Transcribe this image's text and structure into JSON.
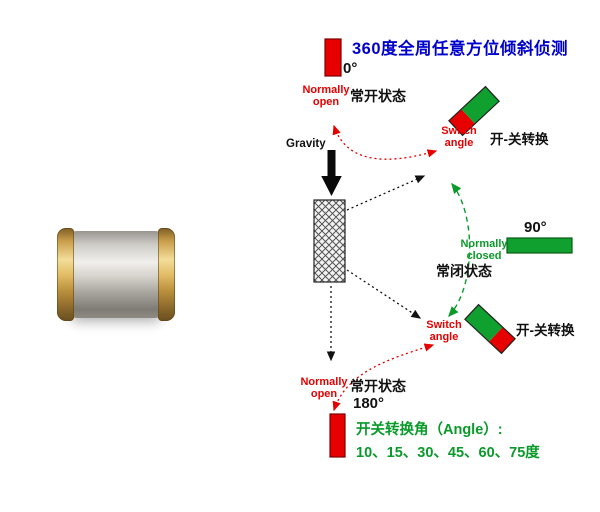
{
  "colors": {
    "red": "#e60000",
    "green": "#0fa02f",
    "blue": "#0000cc",
    "black": "#111111"
  },
  "diagram": {
    "title": "360度全周任意方位倾斜侦测",
    "deg0": "0°",
    "deg90": "90°",
    "deg180": "180°",
    "gravity_label": "Gravity",
    "normally_open_line1": "Normally",
    "normally_open_line2": "open",
    "open_state": "常开状态",
    "normally_closed_line1": "Normally",
    "normally_closed_line2": "closed",
    "closed_state": "常闭状态",
    "switch_angle_line1": "Switch",
    "switch_angle_line2": "angle",
    "switch_transition_label": "开-关转换",
    "angle_note_title": "开关转换角（Angle）:",
    "angle_note_values": "10、15、30、45、60、75度"
  }
}
